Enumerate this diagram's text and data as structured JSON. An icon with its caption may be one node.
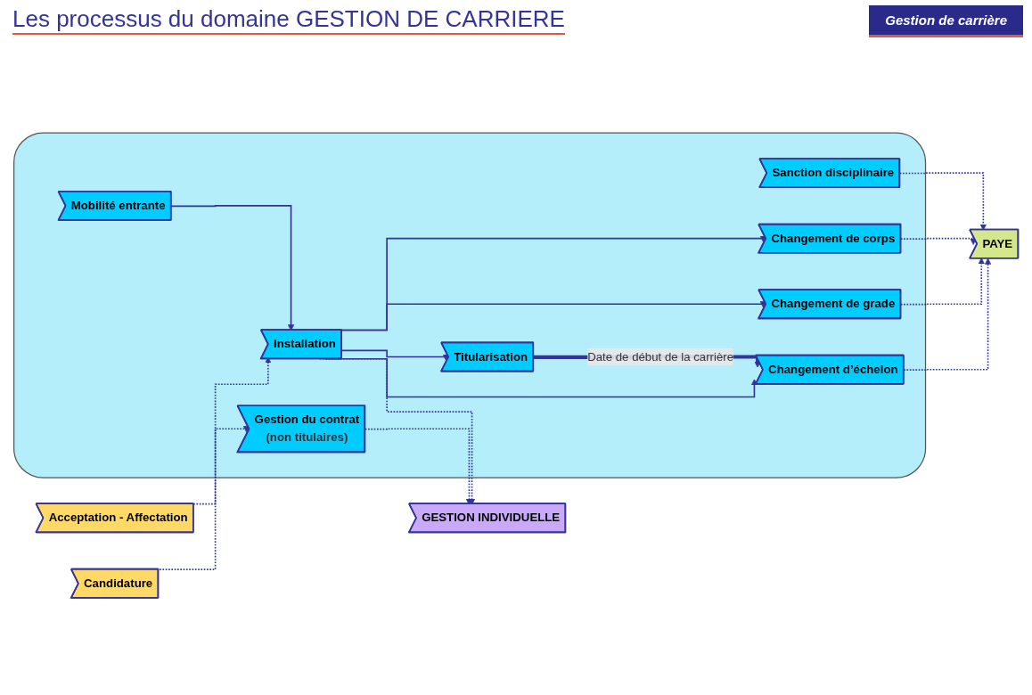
{
  "diagram": {
    "title": "Les processus du domaine GESTION DE CARRIERE",
    "nodes": [
      {
        "text": [
          "Candidature"
        ]
      },
      {
        "text": [
          "Acceptation - Affectation"
        ]
      },
      {
        "text": [],
        "shape": "box"
      },
      {
        "text": [
          "Gestion du contrat",
          "(non titulaires)"
        ],
        "in": 2
      },
      {
        "text": [
          "Installation"
        ],
        "in": 2
      },
      {
        "text": [
          "Mobilité entrante"
        ],
        "in": 2
      },
      {
        "text": [
          "Titularisation"
        ],
        "in": 2
      },
      {
        "text": [
          "Changement d’échelon"
        ],
        "in": 2
      },
      {
        "text": [
          "Changement de grade"
        ],
        "in": 2
      },
      {
        "text": [
          "Changement de corps"
        ],
        "in": 2
      },
      {
        "text": [
          "Sanction disciplinaire"
        ],
        "in": 2
      },
      {
        "text": [
          "GESTION INDIVIDUELLE"
        ]
      },
      {
        "text": [
          "PAYE"
        ]
      }
    ],
    "edges": [
      {
        "from": 0,
        "to": 3,
        "arrow": "to",
        "style": "dashed"
      },
      {
        "from": 1,
        "to": 4,
        "arrow": "to",
        "style": "dashed"
      },
      {
        "from": 3,
        "to": 11,
        "arrow": "to",
        "style": "dashed"
      },
      {
        "from": 4,
        "to": 11,
        "arrow": "to",
        "style": "dashed"
      },
      {
        "from": 5,
        "to": 4,
        "arrow": "to"
      },
      {
        "from": 4,
        "to": 6,
        "arrow": "to"
      },
      {
        "from": 4,
        "to": 7,
        "arrow": "to"
      },
      {
        "from": 4,
        "to": 8,
        "arrow": "to"
      },
      {
        "from": 4,
        "to": 9,
        "arrow": "to"
      },
      {
        "from": 6,
        "to": 7,
        "arrow": "to",
        "style": "thick",
        "label": "Date de début de la carrière"
      },
      {
        "from": 7,
        "to": 12,
        "arrow": "to",
        "style": "dashed"
      },
      {
        "from": 8,
        "to": 12,
        "arrow": "to",
        "style": "dashed"
      },
      {
        "from": 9,
        "to": 12,
        "arrow": "to",
        "style": "dashed"
      },
      {
        "from": 10,
        "to": 12,
        "arrow": "to",
        "style": "dashed"
      }
    ],
    "labels": [
      "Gestion de carrière"
    ]
  }
}
